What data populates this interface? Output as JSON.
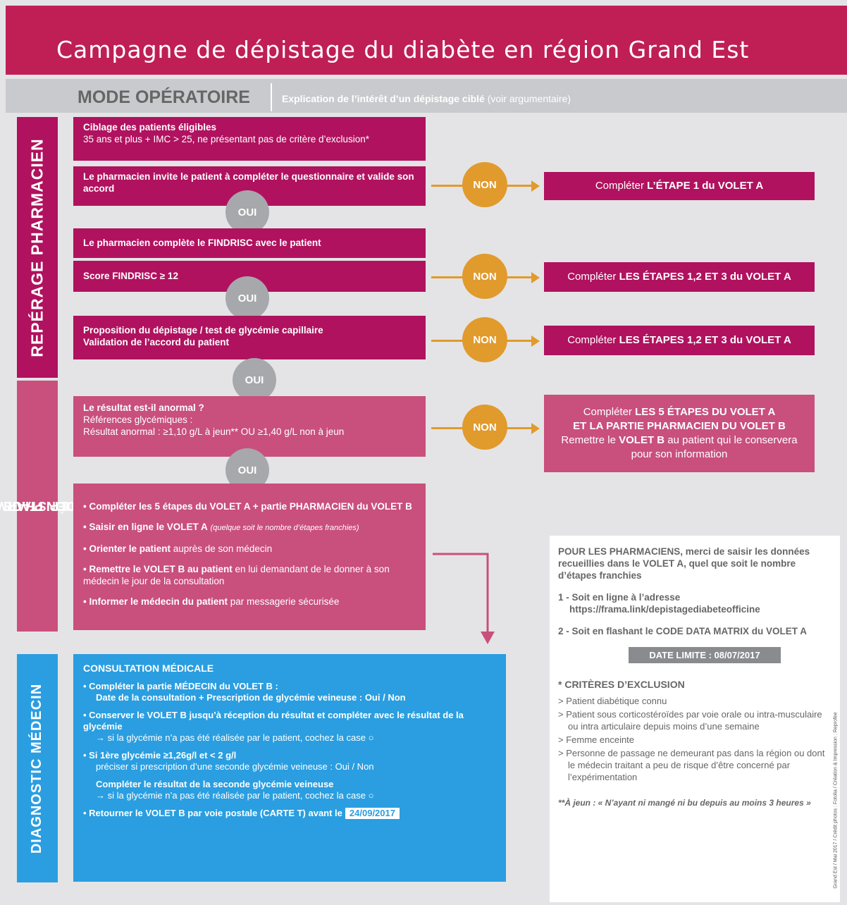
{
  "title": "Campagne de dépistage du diabète en région Grand Est",
  "mode": {
    "title": "MODE OPÉRATOIRE",
    "subtitle": "Explication de l’intérêt d’un dépistage ciblé",
    "subtitle_note": "(voir argumentaire)"
  },
  "section_labels": {
    "reperage": "REPÉRAGE PHARMACIEN",
    "depistage_line1": "DÉPISTAGE +/-",
    "depistage_line2": "ORIENTATION PHARMACIEN",
    "diagnostic": "DIAGNOSTIC MÉDECIN"
  },
  "steps": {
    "ciblage_title": "Ciblage des patients éligibles",
    "ciblage_detail": "35 ans et plus + IMC > 25, ne présentant pas de critère d’exclusion*",
    "invite": "Le pharmacien invite le patient à compléter le questionnaire et valide son accord",
    "findrisc_complete": "Le pharmacien complète le FINDRISC avec le patient",
    "score": "Score FINDRISC ≥ 12",
    "proposition_line1": "Proposition du dépistage / test de glycémie capillaire",
    "proposition_line2": "Validation de l’accord du patient",
    "resultat_title": "Le résultat est-il anormal ?",
    "resultat_ref": "Références glycémiques :",
    "resultat_detail": "Résultat anormal : ≥1,10 g/L à jeun** OU ≥1,40 g/L non à jeun"
  },
  "decision": {
    "oui": "OUI",
    "non": "NON"
  },
  "outcomes": {
    "o1_prefix": "Compléter ",
    "o1_bold": "L’ÉTAPE 1 du VOLET A",
    "o2_prefix": "Compléter ",
    "o2_bold": "LES ÉTAPES 1,2 ET 3 du VOLET A",
    "o3_prefix": "Compléter ",
    "o3_bold": "LES ÉTAPES 1,2 ET 3 du VOLET A",
    "o4_line1_prefix": "Compléter ",
    "o4_line1_bold": "LES 5 ÉTAPES DU VOLET A",
    "o4_line2": "ET LA PARTIE PHARMACIEN DU VOLET B",
    "o4_line3_prefix": "Remettre le ",
    "o4_line3_bold": "VOLET B",
    "o4_line3_suffix": " au patient qui le conservera",
    "o4_line4": "pour son information"
  },
  "actions": [
    {
      "bold": "• Compléter les 5 étapes du VOLET A + partie PHARMACIEN du VOLET B",
      "normal": "",
      "italic": ""
    },
    {
      "bold": "• Saisir en ligne le VOLET A",
      "normal": " ",
      "italic": "(quelque soit le nombre d’étapes franchies)"
    },
    {
      "bold": "• Orienter le patient",
      "normal": " auprès de son médecin",
      "italic": ""
    },
    {
      "bold": "• Remettre le VOLET B au patient",
      "normal": " en lui demandant de le donner à son médecin le jour de la consultation",
      "italic": ""
    },
    {
      "bold": "• Informer le médecin du patient",
      "normal": " par messagerie sécurisée",
      "italic": ""
    }
  ],
  "diagnostic": {
    "heading": "CONSULTATION MÉDICALE",
    "i1_bold": "• Compléter la partie MÉDECIN du VOLET B :",
    "i1_sub": "Date de la consultation + Prescription de glycémie veineuse : Oui / Non",
    "i2_bold": "• Conserver le VOLET B jusqu’à réception du résultat et compléter avec le résultat de la glycémie",
    "i2_sub": "→ si la glycémie n’a pas été réalisée par le patient, cochez la case ○",
    "i3_bold": "• Si 1ère glycémie ≥1,26g/l et < 2 g/l",
    "i3_sub": "préciser si prescription d’une seconde glycémie veineuse : Oui / Non",
    "i4_bold": "Compléter le résultat de la seconde glycémie veineuse",
    "i4_sub": "→ si la glycémie n’a pas été réalisée par le patient, cochez la case ○",
    "i5_bold": "• Retourner le VOLET B par voie postale (CARTE T) avant le",
    "i5_date": "24/09/2017"
  },
  "info": {
    "intro": "POUR LES PHARMACIENS, merci de saisir les données recueillies dans le VOLET A, quel que soit le nombre d’étapes franchies",
    "opt1": "1 - Soit en ligne à l’adresse",
    "url": "https://frama.link/depistagediabeteofficine",
    "opt2": "2 - Soit en flashant le CODE DATA MATRIX du VOLET A",
    "deadline": "DATE LIMITE : 08/07/2017",
    "exclusion_title": "* CRITÈRES D’EXCLUSION",
    "exclusions": [
      "> Patient diabétique connu",
      "> Patient sous corticostéroïdes par voie orale ou intra-musculaire ou intra articulaire depuis moins d’une semaine",
      "> Femme enceinte",
      "> Personne de passage ne demeurant pas dans la région ou dont le médecin traitant a peu de risque d’être concerné par l’expérimentation"
    ],
    "footnote_bold": "**À jeun : ",
    "footnote_quote": "« N’ayant ni mangé ni bu depuis au moins 3 heures »"
  },
  "credit": "Grand Est / Mai 2017 / Crédit photos : Fotolia / Création & Impression : Reprofee",
  "colors": {
    "magenta": "#b0125f",
    "pink": "#c94f7d",
    "title_red": "#bf1f55",
    "blue": "#2a9ee0",
    "orange": "#e19a2c",
    "grey": "#a7a8ab"
  }
}
